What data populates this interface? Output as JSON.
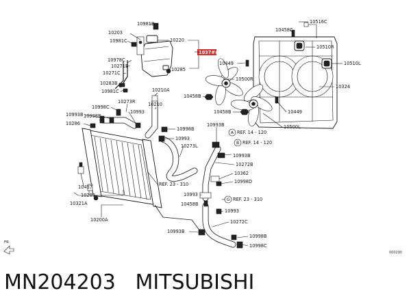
{
  "caption": {
    "part_number": "MN204203",
    "brand": "MITSUBISHI"
  },
  "diagram": {
    "highlighted_label": "1037##",
    "labels": {
      "l10981B": "10981B",
      "l10203": "10203",
      "l10981C_a": "10981C",
      "l10220": "10220",
      "l10978C": "10978C",
      "l10271B": "10271B",
      "l10271C": "10271C",
      "l10283B": "10283B",
      "l10981C_b": "10981C",
      "l10285": "10285",
      "l10210A": "10210A",
      "l10210": "10210",
      "l10273R": "10273R",
      "l10998C_a": "10998C",
      "l10993_a": "10993",
      "l10993B_a": "10993B",
      "l10998B_a": "10998B",
      "l10286": "10286",
      "l10998B_b": "10998B",
      "l10993_b": "10993",
      "l10273L": "10273L",
      "l10993B_b": "10993B",
      "l10993B_c": "10993B",
      "l10272B": "10272B",
      "l10362": "10362",
      "l10998D": "10998D",
      "l10457": "10457",
      "l10289": "10289",
      "l10321A": "10321A",
      "l10993_c": "10993",
      "l10458B_a": "10458B",
      "l10993_d": "10993",
      "l10200A": "10200A",
      "l10272C": "10272C",
      "l10993B_d": "10993B",
      "l10998B_c": "10998B",
      "l10998C_b": "10998C",
      "l10516C": "10516C",
      "l10458C": "10458C",
      "l10510R": "10510R",
      "l10510L": "10510L",
      "l10449_a": "10449",
      "l10500R": "10500R",
      "l10324": "10324",
      "l10458B_b": "10458B",
      "l10458B_c": "10458B",
      "l10449_b": "10449",
      "l10500L": "10500L"
    },
    "refs": {
      "ref_a": "REF. 14 - 120",
      "ref_b": "REF. 14 - 120",
      "ref_23a": "REF. 23 - 310",
      "ref_23b": "REF. 23 - 310"
    },
    "circles": {
      "a": "A",
      "b": "B",
      "g": "G"
    },
    "fr_mark": "FR",
    "image_code": "000290"
  }
}
